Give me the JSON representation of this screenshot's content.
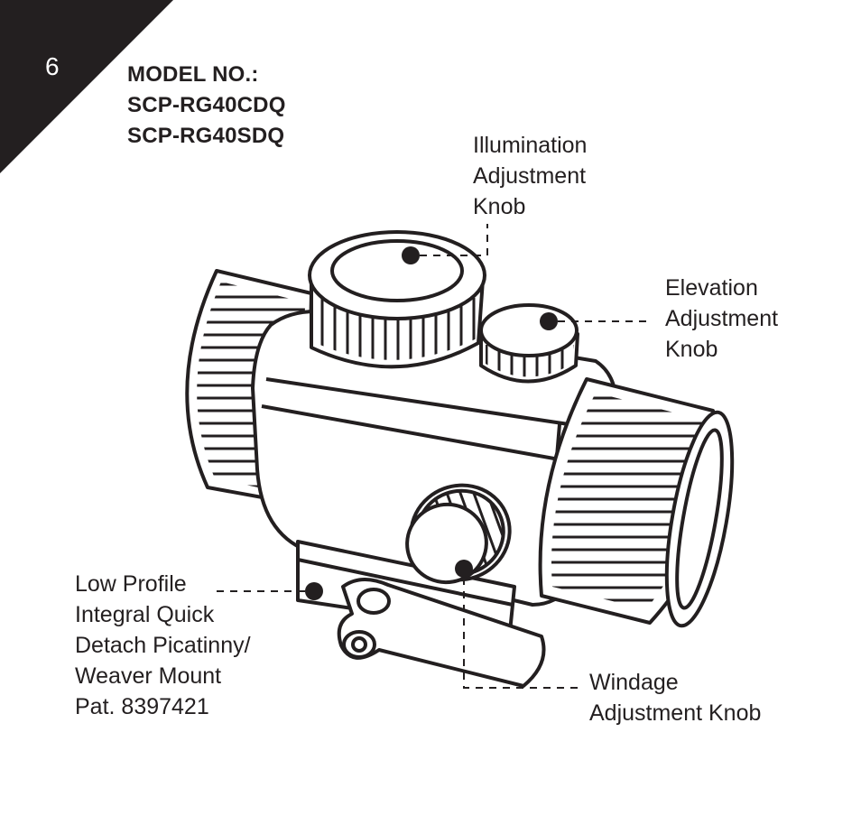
{
  "page_number": "6",
  "model": {
    "heading": "MODEL NO.:",
    "numbers": [
      "SCP-RG40CDQ",
      "SCP-RG40SDQ"
    ]
  },
  "callouts": {
    "illumination": [
      "Illumination",
      "Adjustment",
      "Knob"
    ],
    "elevation": [
      "Elevation",
      "Adjustment",
      "Knob"
    ],
    "mount": [
      "Low Profile",
      "Integral Quick",
      "Detach Picatinny/",
      "Weaver Mount",
      "Pat. 8397421"
    ],
    "windage": [
      "Windage",
      "Adjustment Knob"
    ]
  },
  "colors": {
    "corner": "#231f20",
    "ink": "#231f20",
    "background": "#ffffff"
  }
}
